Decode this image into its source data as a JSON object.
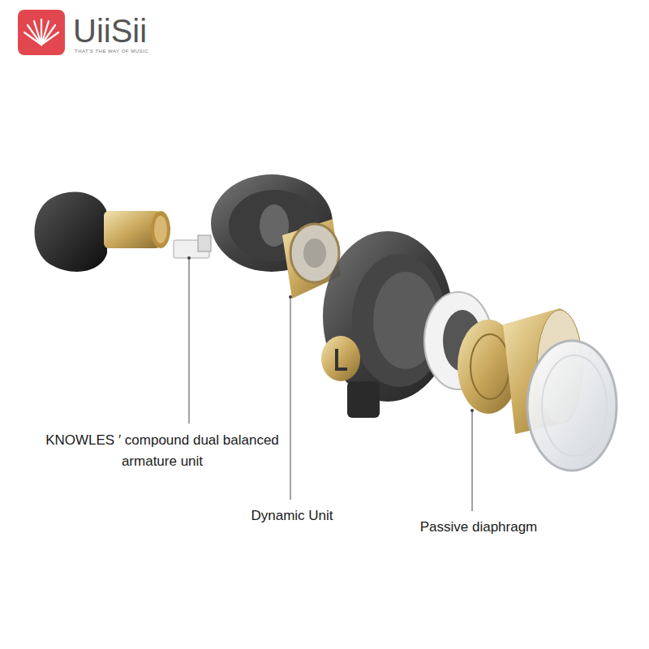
{
  "diagram": {
    "labels": [
      "UiiSii",
      "THAT'S THE WAY OF MUSIC",
      "KNOWLES ′ compound dual balanced armature unit",
      "Dynamic Unit",
      "Passive diaphragm"
    ]
  }
}
